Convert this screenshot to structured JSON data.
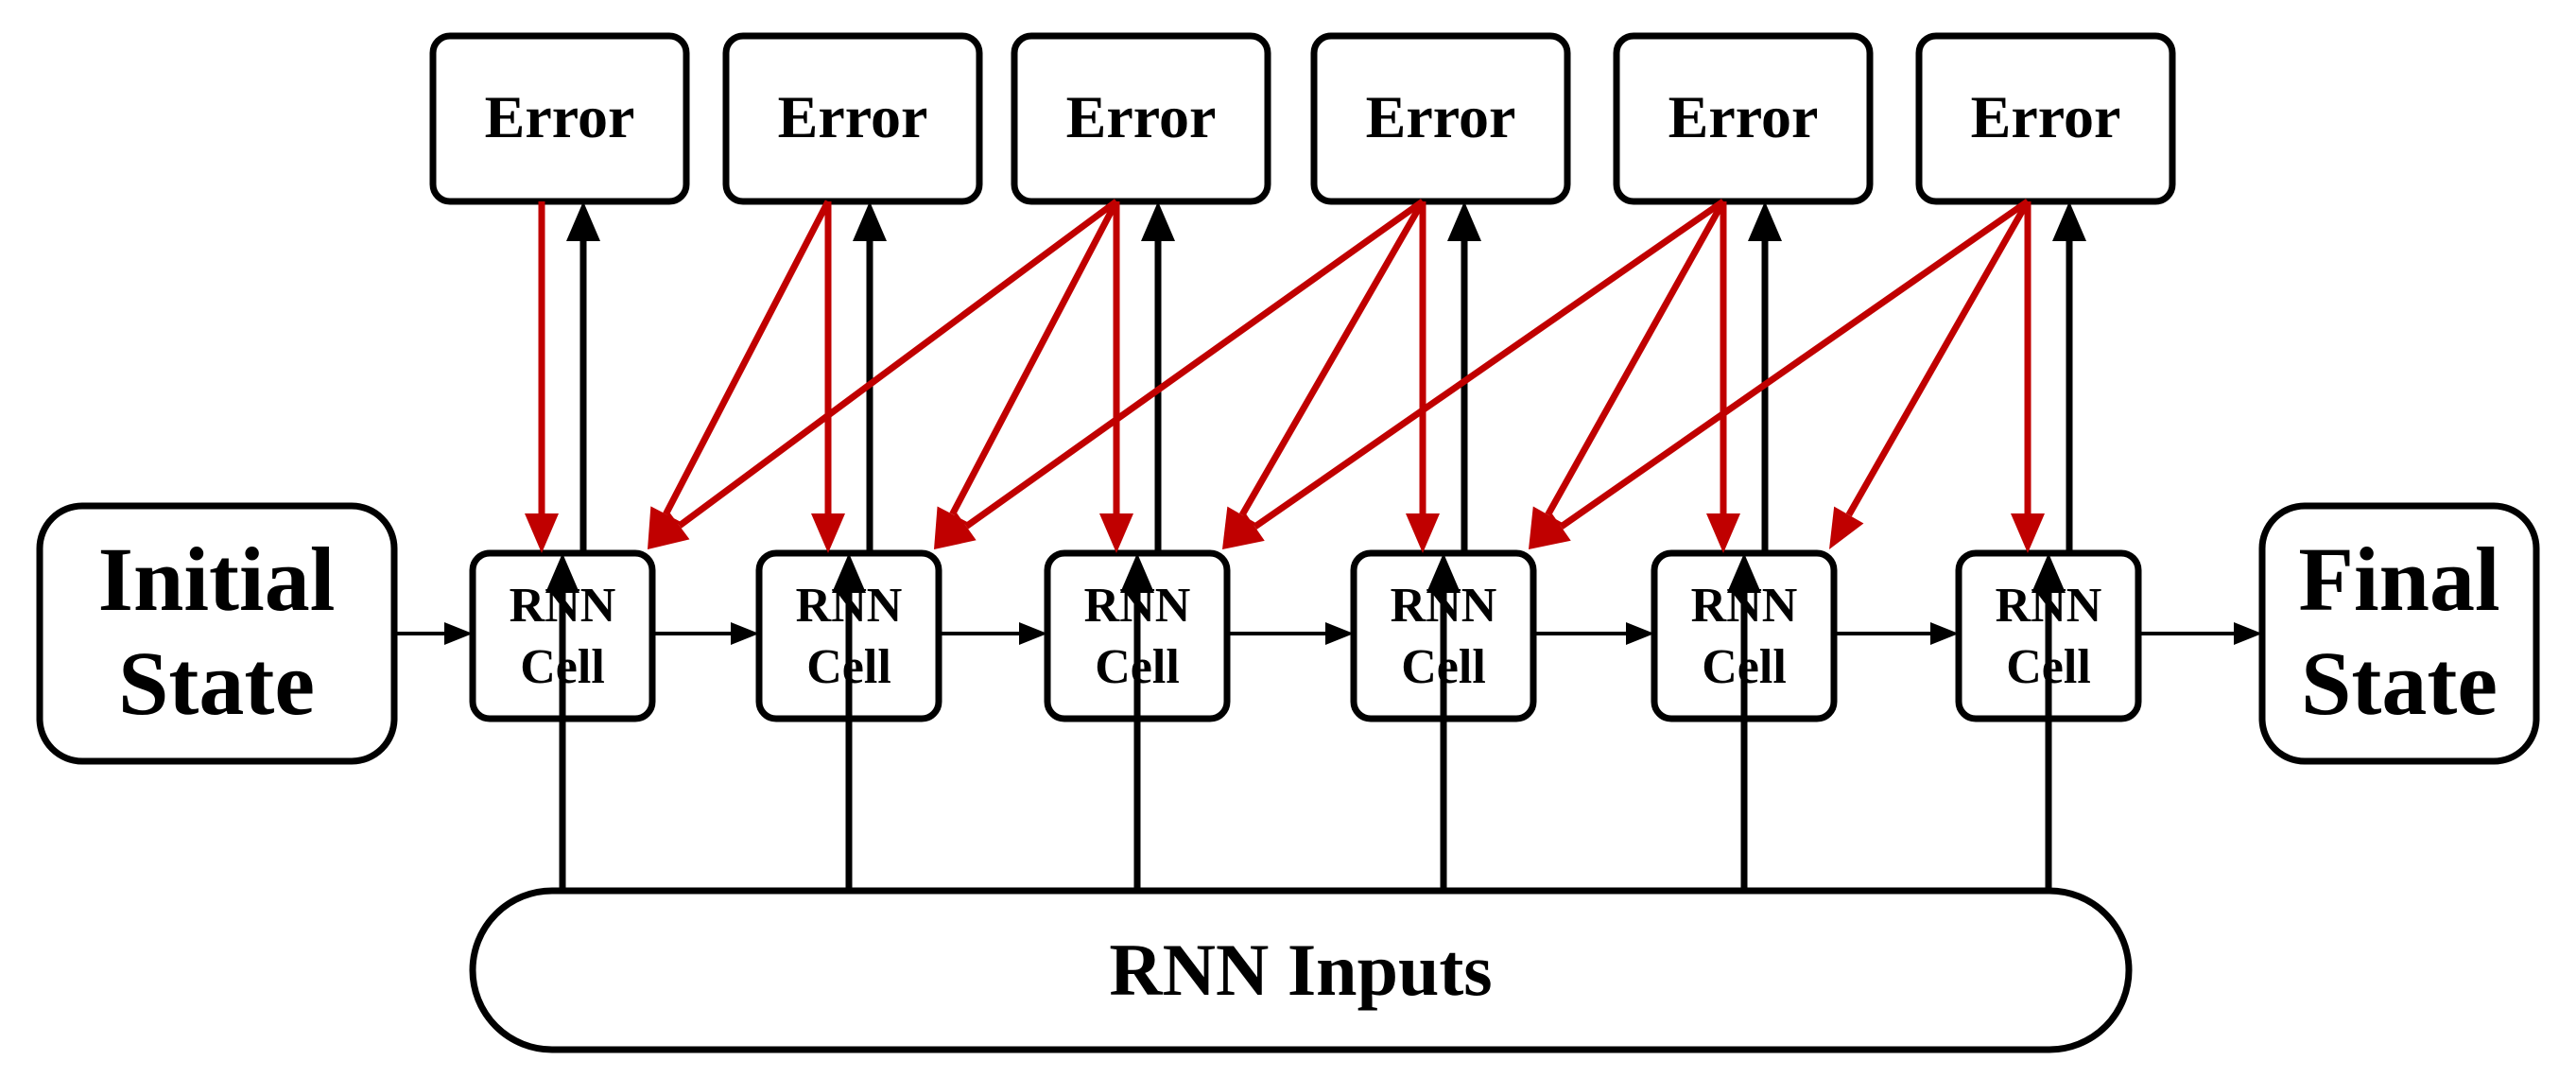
{
  "initial_state": {
    "line1": "Initial",
    "line2": "State"
  },
  "final_state": {
    "line1": "Final",
    "line2": "State"
  },
  "inputs_label": "RNN Inputs",
  "cell_label": {
    "line1": "RNN",
    "line2": "Cell"
  },
  "error_label": "Error",
  "cell_count": 6,
  "colors": {
    "forward": "#000000",
    "backprop": "#c00000"
  }
}
